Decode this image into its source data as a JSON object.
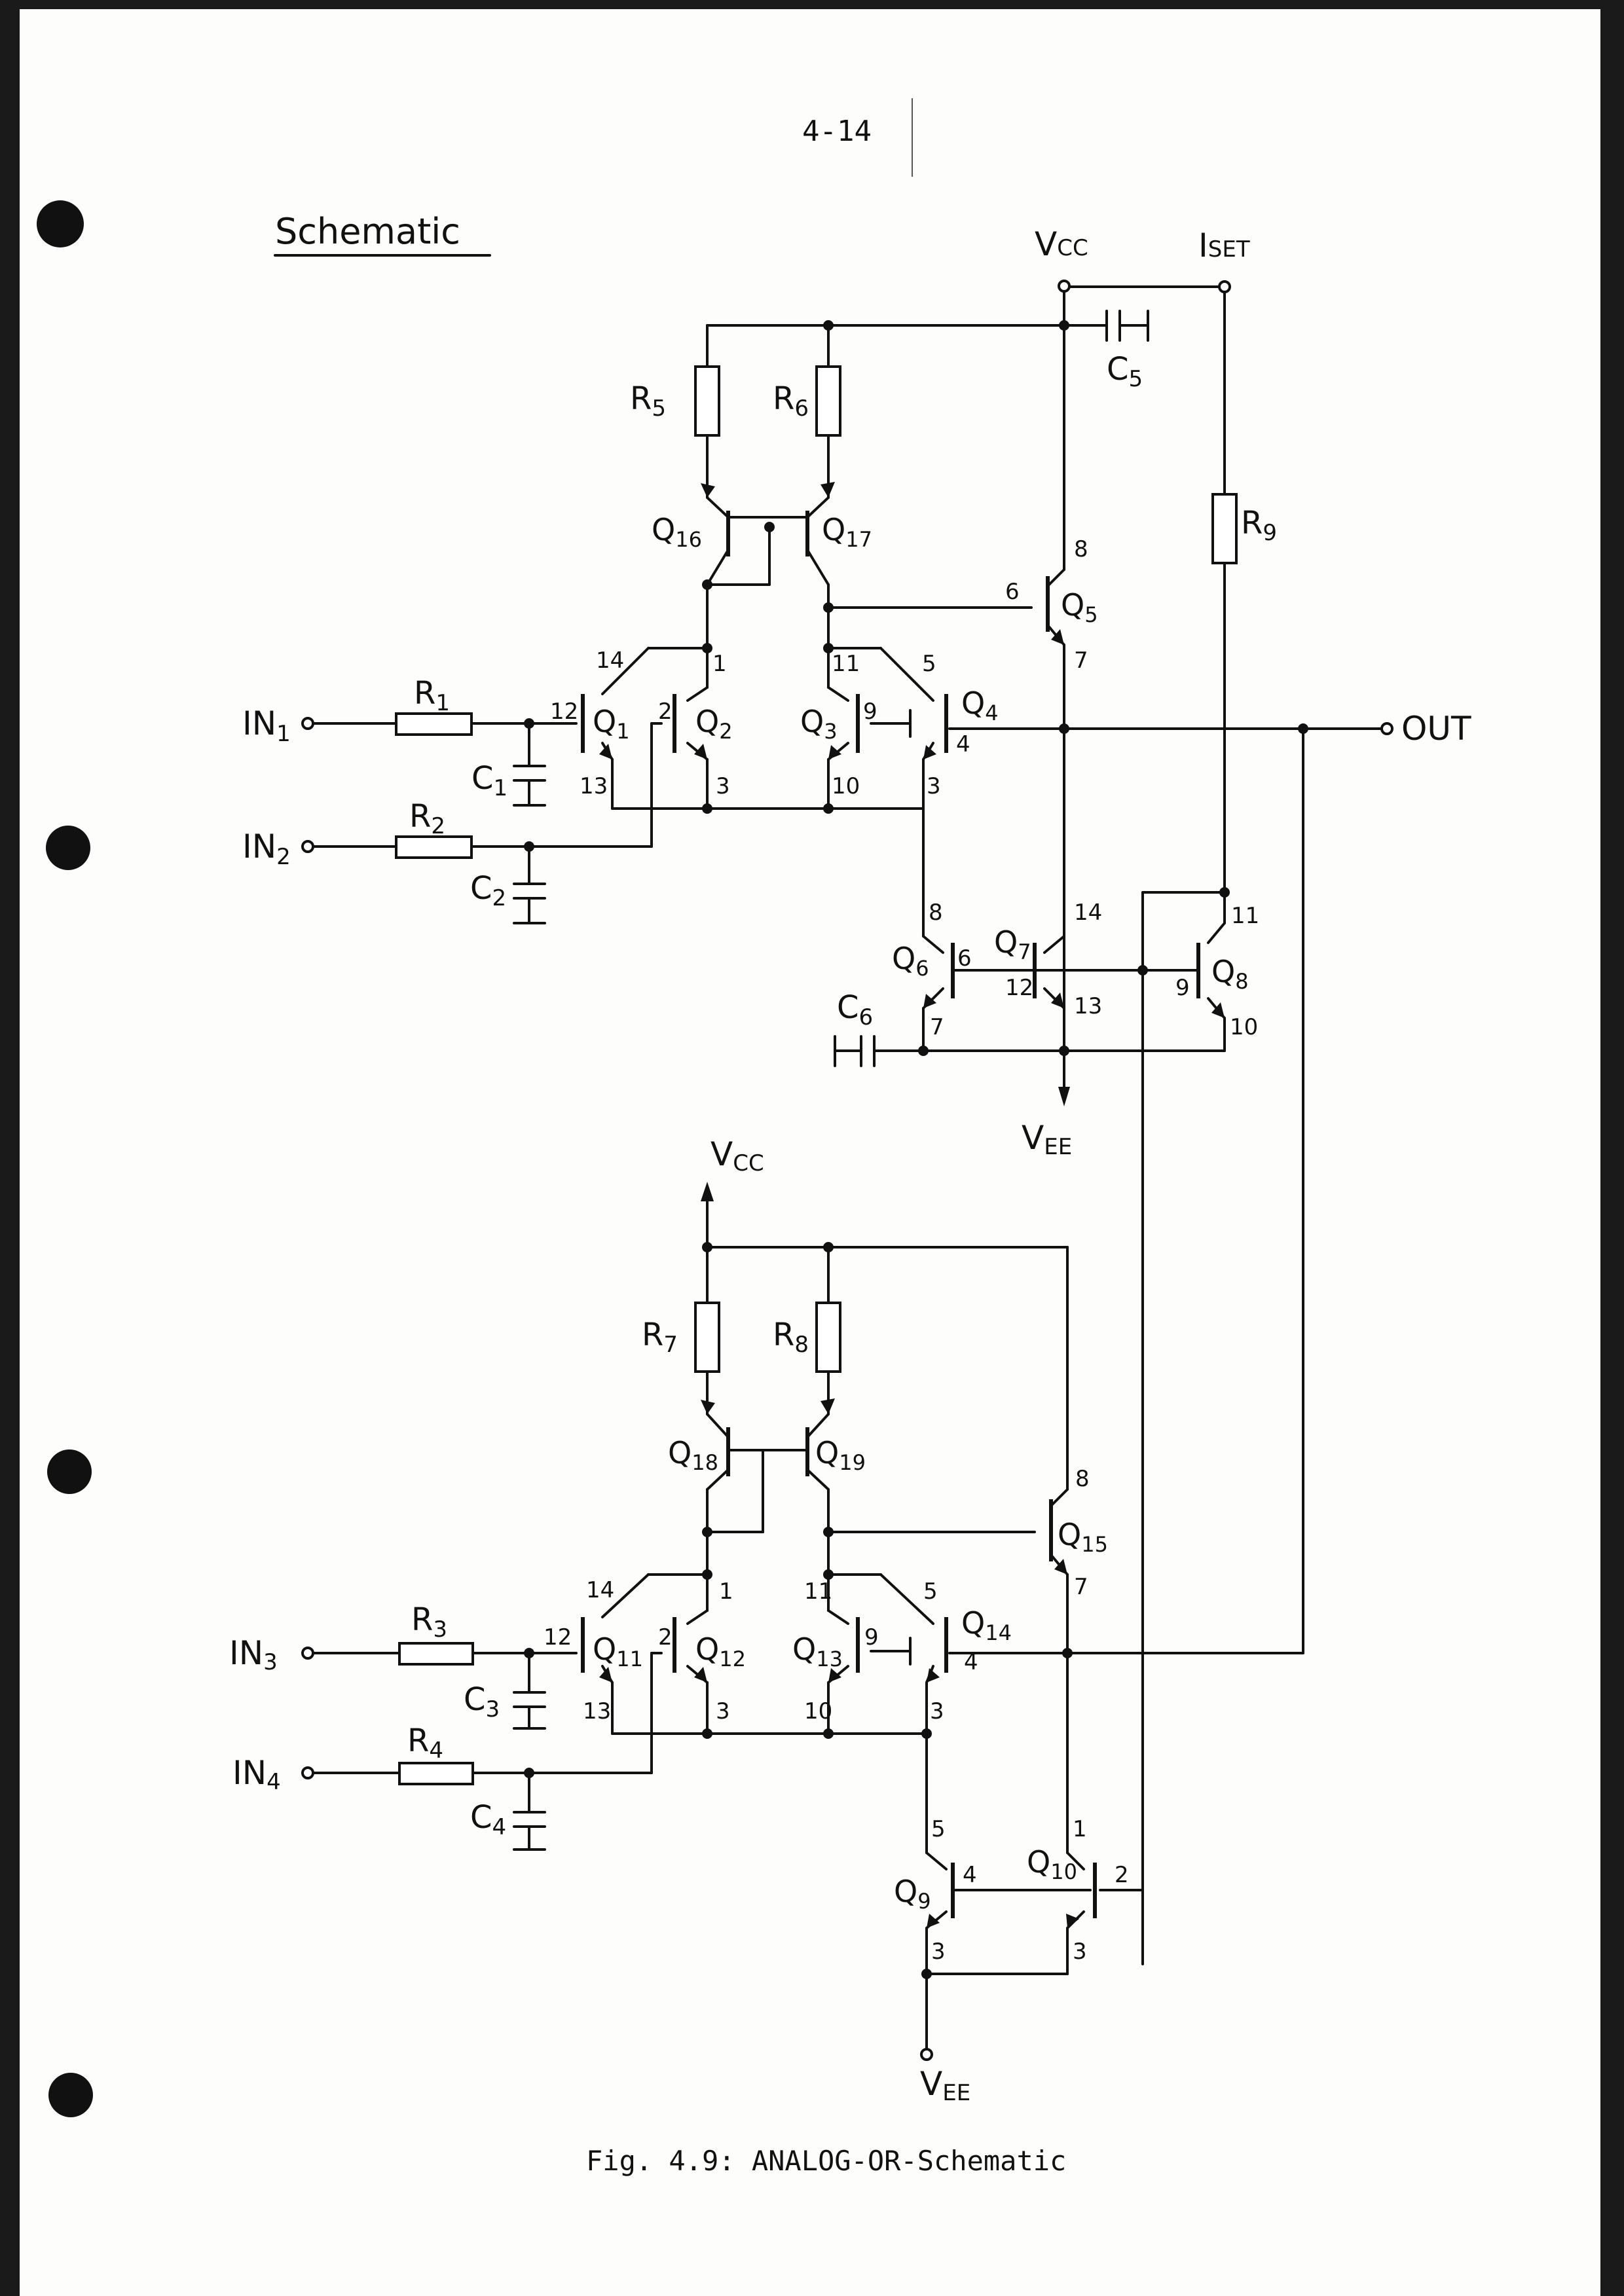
{
  "page_number": "4-14",
  "heading": "Schematic",
  "caption": "Fig. 4.9:  ANALOG-OR-Schematic",
  "terminals": {
    "in1": [
      "IN",
      "1"
    ],
    "in2": [
      "IN",
      "2"
    ],
    "in3": [
      "IN",
      "3"
    ],
    "in4": [
      "IN",
      "4"
    ],
    "out": "OUT",
    "vcc_top": [
      "V",
      "CC"
    ],
    "iset": [
      "I",
      "SET"
    ],
    "vee_top": [
      "V",
      "EE"
    ],
    "vcc_bottom": [
      "V",
      "CC"
    ],
    "vee_bottom": [
      "V",
      "EE"
    ]
  },
  "resistors": {
    "r1": [
      "R",
      "1"
    ],
    "r2": [
      "R",
      "2"
    ],
    "r3": [
      "R",
      "3"
    ],
    "r4": [
      "R",
      "4"
    ],
    "r5": [
      "R",
      "5"
    ],
    "r6": [
      "R",
      "6"
    ],
    "r7": [
      "R",
      "7"
    ],
    "r8": [
      "R",
      "8"
    ],
    "r9": [
      "R",
      "9"
    ]
  },
  "capacitors": {
    "c1": [
      "C",
      "1"
    ],
    "c2": [
      "C",
      "2"
    ],
    "c3": [
      "C",
      "3"
    ],
    "c4": [
      "C",
      "4"
    ],
    "c5": [
      "C",
      "5"
    ],
    "c6": [
      "C",
      "6"
    ]
  },
  "transistors": {
    "q1": [
      "Q",
      "1"
    ],
    "q2": [
      "Q",
      "2"
    ],
    "q3": [
      "Q",
      "3"
    ],
    "q4": [
      "Q",
      "4"
    ],
    "q5": [
      "Q",
      "5"
    ],
    "q6": [
      "Q",
      "6"
    ],
    "q7": [
      "Q",
      "7"
    ],
    "q8": [
      "Q",
      "8"
    ],
    "q9": [
      "Q",
      "9"
    ],
    "q10": [
      "Q",
      "10"
    ],
    "q11": [
      "Q",
      "11"
    ],
    "q12": [
      "Q",
      "12"
    ],
    "q13": [
      "Q",
      "13"
    ],
    "q14": [
      "Q",
      "14"
    ],
    "q15": [
      "Q",
      "15"
    ],
    "q16": [
      "Q",
      "16"
    ],
    "q17": [
      "Q",
      "17"
    ],
    "q18": [
      "Q",
      "18"
    ],
    "q19": [
      "Q",
      "19"
    ]
  },
  "pins": {
    "top": {
      "p14": "14",
      "p1": "1",
      "p11": "11",
      "p5": "5",
      "p8": "8",
      "p6": "6",
      "p7": "7",
      "p12": "12",
      "p2": "2",
      "p9": "9",
      "p4": "4",
      "p13": "13",
      "p3a": "3",
      "p10": "10",
      "p3b": "3",
      "q6_8": "8",
      "q7_14": "14",
      "q8_11": "11",
      "q6_6": "6",
      "q7_12": "12",
      "q8_9": "9",
      "q6_7": "7",
      "q7_13": "13",
      "q8_10": "10"
    },
    "bottom": {
      "p8": "8",
      "p7": "7",
      "p14": "14",
      "p1": "1",
      "p11": "11",
      "p5": "5",
      "p12": "12",
      "p2": "2",
      "p9": "9",
      "p4": "4",
      "p13": "13",
      "p3a": "3",
      "p10": "10",
      "p3b": "3",
      "q9_5": "5",
      "q10_1": "1",
      "q9_4": "4",
      "q10_2": "2",
      "q9_3": "3",
      "q10_3": "3"
    }
  }
}
